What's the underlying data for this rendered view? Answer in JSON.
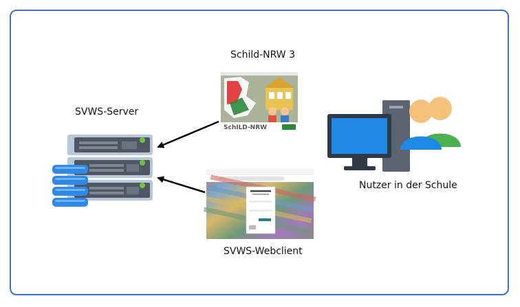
{
  "labels": {
    "schild": "Schild-NRW 3",
    "server": "SVWS-Server",
    "users": "Nutzer in der Schule",
    "webclient": "SVWS-Webclient"
  },
  "schild_logo_text": "SchILD-NRW",
  "colors": {
    "frame_border": "#3b6fd6",
    "server_body": "#5b6470",
    "server_front": "#b6c8da",
    "db_blue": "#2e8ae6",
    "status_led": "#6cc43a",
    "monitor_blue": "#1e88e5",
    "arrow": "#000000"
  }
}
